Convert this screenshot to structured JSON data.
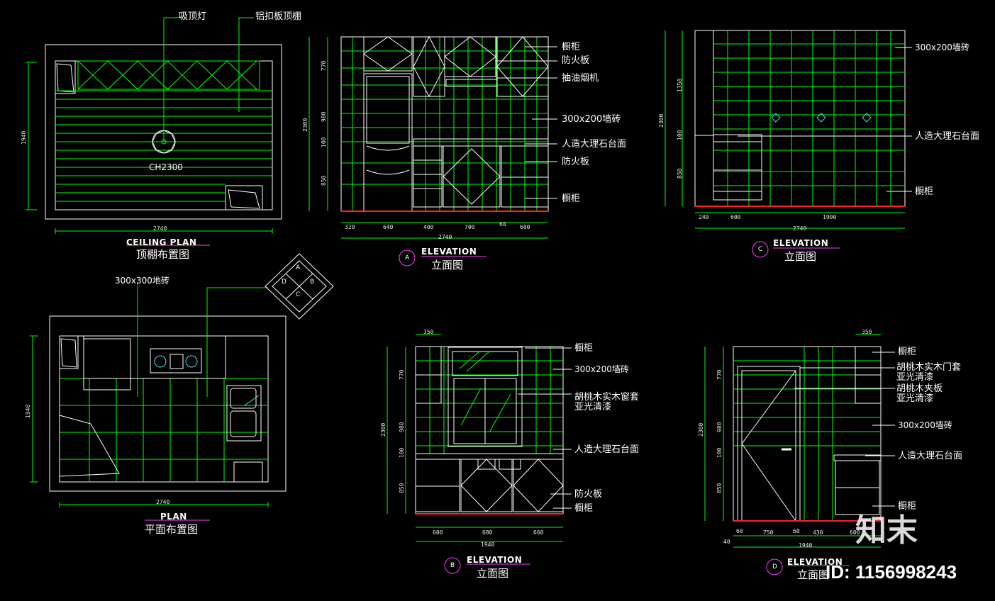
{
  "colors": {
    "bg": "#000000",
    "line": "#ffffff",
    "green": "#00ff00",
    "cyan": "#40e0ff",
    "floor": "#ff2020",
    "magenta": "#ff40ff"
  },
  "ceiling": {
    "lamp_label": "吸顶灯",
    "ceiling_label": "铝扣板顶棚",
    "height": "CH2300",
    "dim_w": "2740",
    "dim_h": "1940",
    "title_en": "CEILING PLAN",
    "title_cn": "顶棚布置图"
  },
  "plan": {
    "floor_label": "300x300地砖",
    "dim_w": "2740",
    "dim_h": "1940",
    "title_en": "PLAN",
    "title_cn": "平面布置图",
    "key": {
      "a": "A",
      "b": "B",
      "c": "C",
      "d": "D"
    }
  },
  "elev_a": {
    "labels": [
      "橱柜",
      "防火板",
      "抽油烟机",
      "300x200墙砖",
      "人造大理石台面",
      "防火板",
      "橱柜"
    ],
    "dims_v": [
      "770",
      "980",
      "100",
      "850",
      "2300"
    ],
    "dims_h": [
      "320",
      "640",
      "400",
      "700",
      "60",
      "600",
      "2740"
    ],
    "tag": "A",
    "title_en": "ELEVATION",
    "title_cn": "立面图"
  },
  "elev_c": {
    "labels": [
      "300x200墙砖",
      "人造大理石台面",
      "橱柜"
    ],
    "dims_v": [
      "1350",
      "100",
      "850",
      "2300"
    ],
    "dims_h": [
      "240",
      "600",
      "1900",
      "2740"
    ],
    "tag": "C",
    "title_en": "ELEVATION",
    "title_cn": "立面图"
  },
  "elev_b": {
    "labels": [
      "橱柜",
      "300x200墙砖",
      "胡桃木实木窗套",
      "亚光清漆",
      "人造大理石台面",
      "防火板",
      "橱柜"
    ],
    "dims_v": [
      "770",
      "980",
      "100",
      "850",
      "2300"
    ],
    "dims_h": [
      "350",
      "600",
      "680",
      "660",
      "1940"
    ],
    "tag": "B",
    "title_en": "ELEVATION",
    "title_cn": "立面图"
  },
  "elev_d": {
    "labels": [
      "橱柜",
      "胡桃木实木门套",
      "亚光清漆",
      "胡桃木夹板",
      "亚光清漆",
      "300x200墙砖",
      "人造大理石台面",
      "橱柜"
    ],
    "dims_v": [
      "770",
      "980",
      "100",
      "850",
      "2300"
    ],
    "dims_h": [
      "350",
      "40",
      "60",
      "750",
      "60",
      "430",
      "600",
      "1940"
    ],
    "tag": "D",
    "title_en": "ELEVATION",
    "title_cn": "立面图"
  },
  "watermark": {
    "logo": "知末",
    "id": "ID: 1156998243"
  }
}
